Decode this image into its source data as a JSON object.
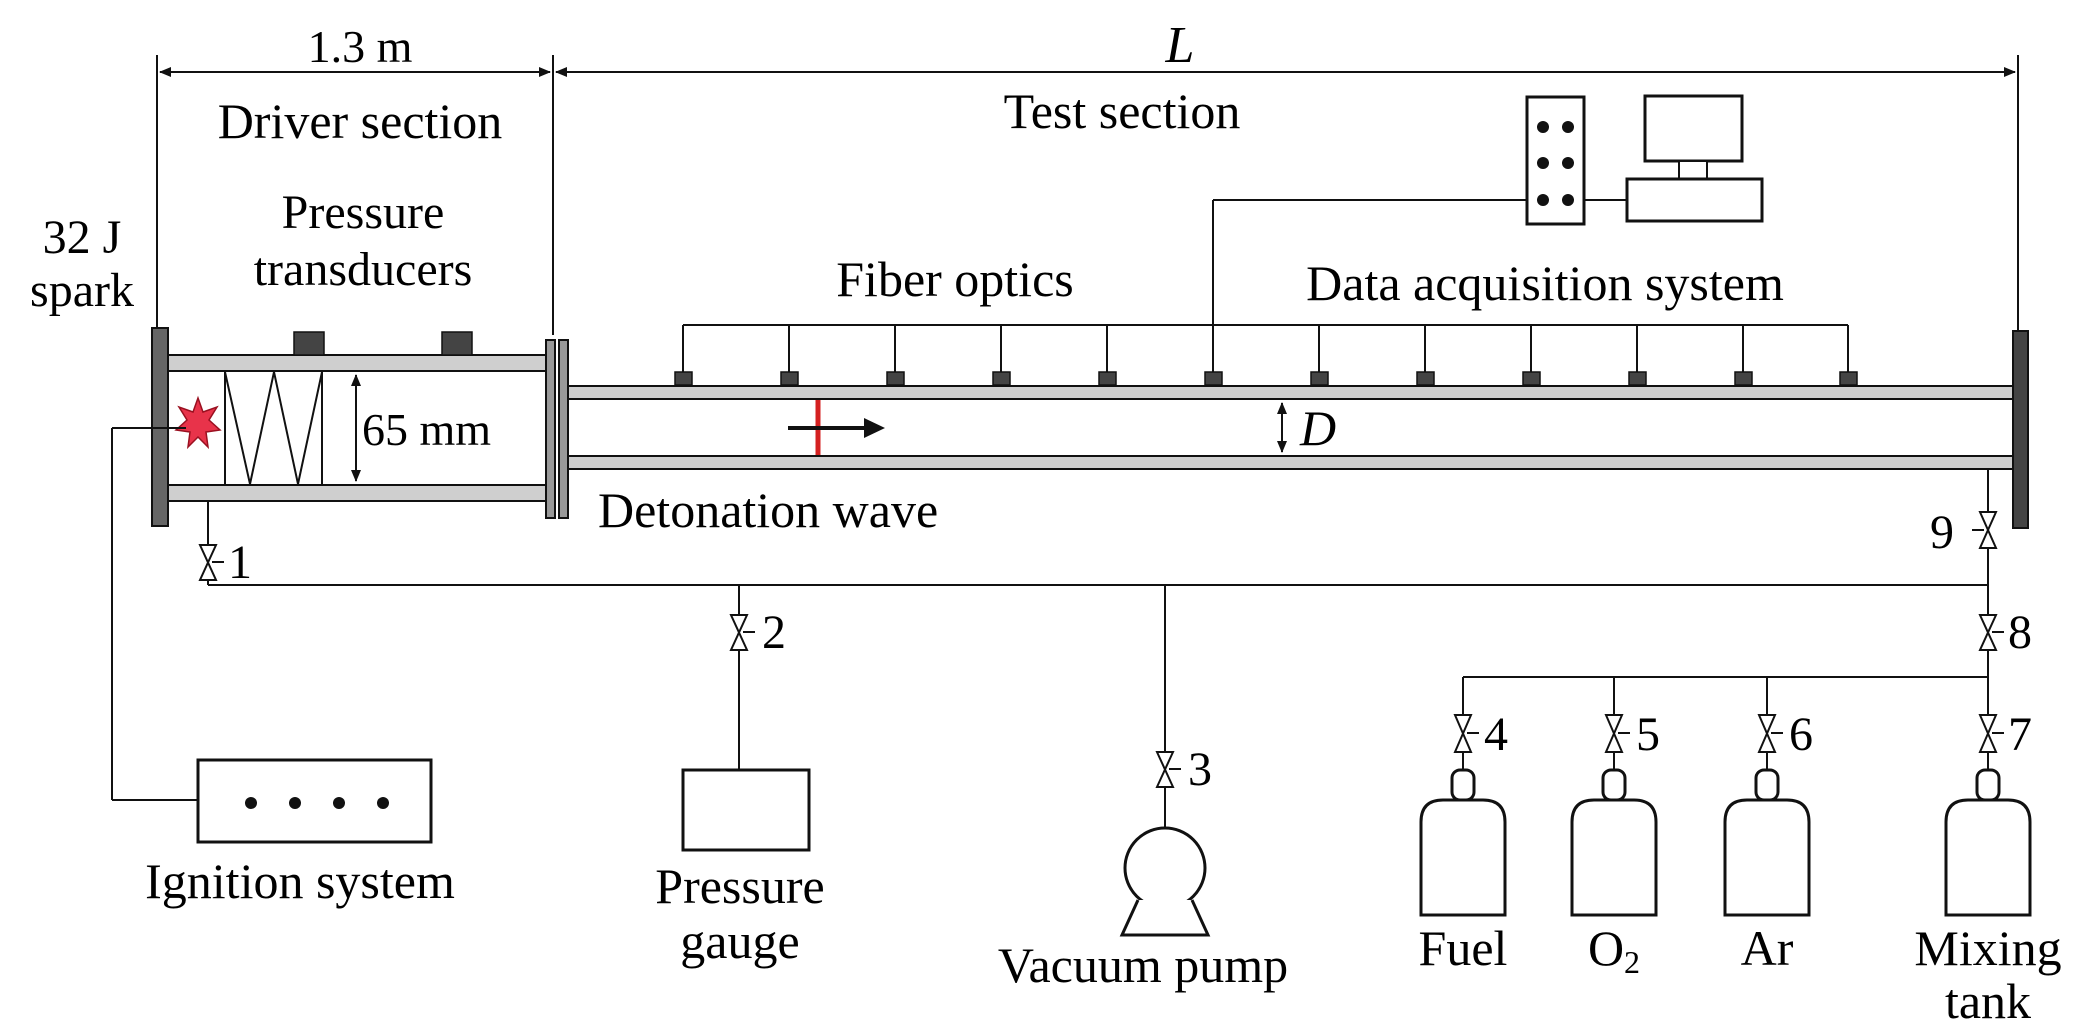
{
  "dimensions": {
    "driver_length": "1.3 m",
    "test_length": "L",
    "driver_diameter": "65 mm",
    "test_diameter": "D"
  },
  "sections": {
    "driver": "Driver section",
    "test": "Test section"
  },
  "labels": {
    "spark_line1": "32 J",
    "spark_line2": "spark",
    "transducers_line1": "Pressure",
    "transducers_line2": "transducers",
    "fiber_optics": "Fiber optics",
    "daq": "Data acquisition system",
    "detonation_wave": "Detonation wave",
    "ignition_system": "Ignition system",
    "pressure_gauge_line1": "Pressure",
    "pressure_gauge_line2": "gauge",
    "vacuum_pump": "Vacuum pump",
    "fuel": "Fuel",
    "o2_base": "O",
    "o2_sub": "2",
    "ar": "Ar",
    "mixing_line1": "Mixing",
    "mixing_line2": "tank"
  },
  "valves": [
    "1",
    "2",
    "3",
    "4",
    "5",
    "6",
    "7",
    "8",
    "9"
  ],
  "colors": {
    "spark_fill": "#e8334a",
    "detonation_marker": "#d42020",
    "tube_fill": "#cfcfcf",
    "sensor_fill": "#444444"
  }
}
